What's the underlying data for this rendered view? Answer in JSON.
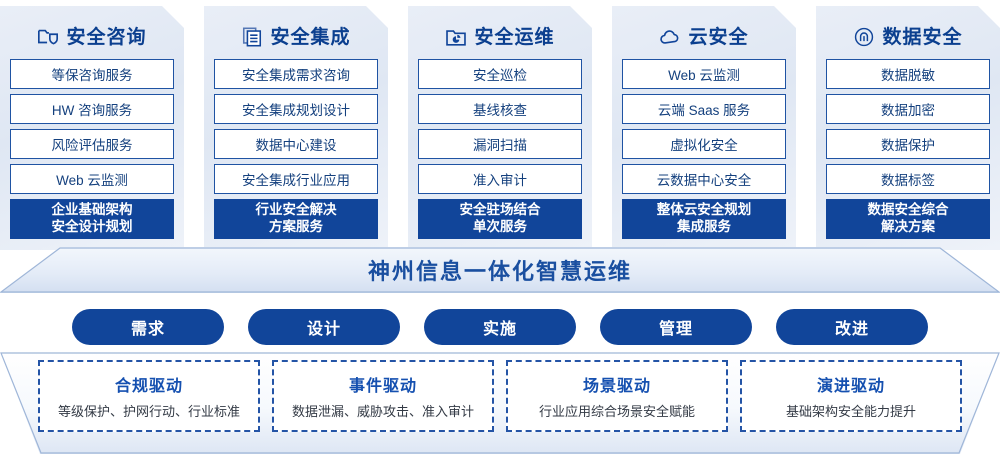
{
  "columns": [
    {
      "icon": "folder-shield-icon",
      "title": "安全咨询",
      "items": [
        "等保咨询服务",
        "HW 咨询服务",
        "风险评估服务",
        "Web 云监测"
      ],
      "highlight": [
        "企业基础架构",
        "安全设计规划"
      ]
    },
    {
      "icon": "stacked-documents-icon",
      "title": "安全集成",
      "items": [
        "安全集成需求咨询",
        "安全集成规划设计",
        "数据中心建设",
        "安全集成行业应用"
      ],
      "highlight": [
        "行业安全解决",
        "方案服务"
      ]
    },
    {
      "icon": "folder-chart-icon",
      "title": "安全运维",
      "items": [
        "安全巡检",
        "基线核查",
        "漏洞扫描",
        "准入审计"
      ],
      "highlight": [
        "安全驻场结合",
        "单次服务"
      ]
    },
    {
      "icon": "cloud-icon",
      "title": "云安全",
      "items": [
        "Web 云监测",
        "云端 Saas 服务",
        "虚拟化安全",
        "云数据中心安全"
      ],
      "highlight": [
        "整体云安全规划",
        "集成服务"
      ]
    },
    {
      "icon": "fingerprint-icon",
      "title": "数据安全",
      "items": [
        "数据脱敏",
        "数据加密",
        "数据保护",
        "数据标签"
      ],
      "highlight": [
        "数据安全综合",
        "解决方案"
      ]
    }
  ],
  "banner": {
    "text": "神州信息一体化智慧运维"
  },
  "phases": [
    {
      "label": "需求"
    },
    {
      "label": "设计"
    },
    {
      "label": "实施"
    },
    {
      "label": "管理"
    },
    {
      "label": "改进"
    }
  ],
  "drivers": [
    {
      "title": "合规驱动",
      "subtitle": "等级保护、护网行动、行业标准"
    },
    {
      "title": "事件驱动",
      "subtitle": "数据泄漏、威胁攻击、准入审计"
    },
    {
      "title": "场景驱动",
      "subtitle": "行业应用综合场景安全赋能"
    },
    {
      "title": "演进驱动",
      "subtitle": "基础架构安全能力提升"
    }
  ],
  "colors": {
    "primary": "#11459a",
    "title_blue": "#0b3f8f",
    "card_bg_top": "#e9eef7",
    "dashed_border": "#2454a6",
    "text_blue": "#14407e"
  }
}
